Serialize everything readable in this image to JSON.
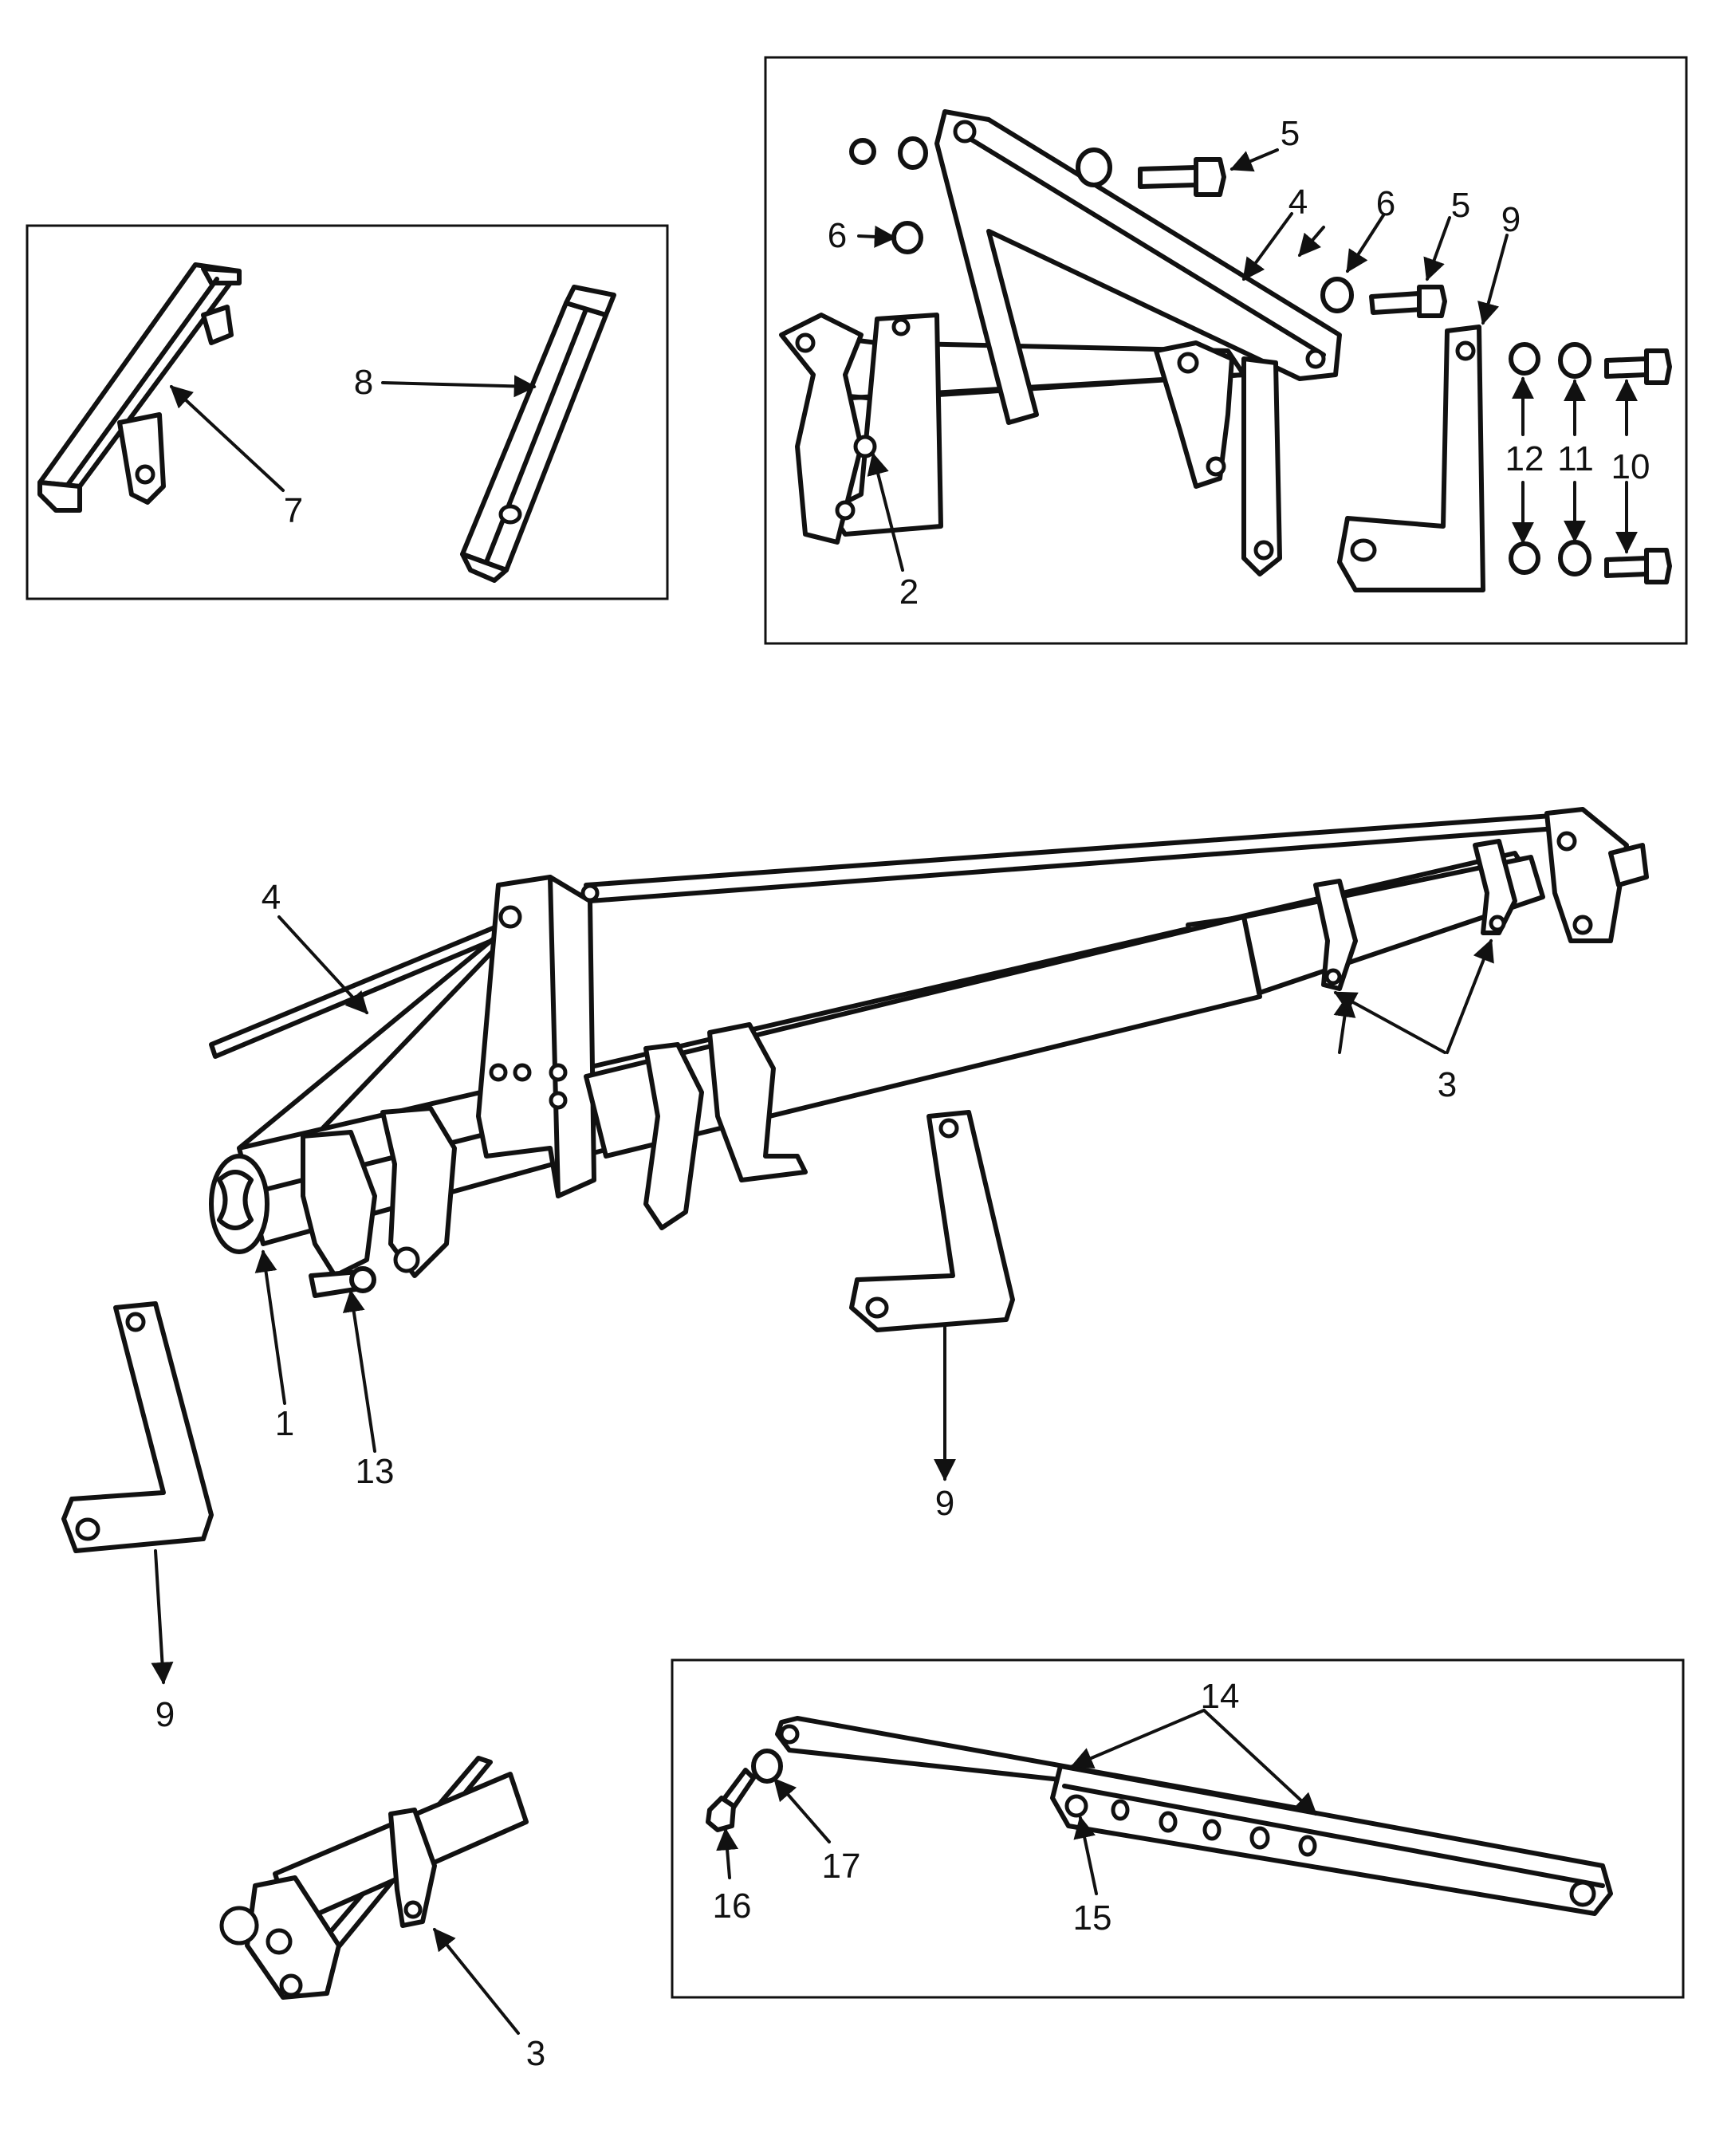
{
  "callouts": {
    "c1": "1",
    "c2": "2",
    "c3a": "3",
    "c3b": "3",
    "c4a": "4",
    "c4b": "4",
    "c5a": "5",
    "c5b": "5",
    "c6a": "6",
    "c6b": "6",
    "c7": "7",
    "c8": "8",
    "c9a": "9",
    "c9b": "9",
    "c9c": "9",
    "c10": "10",
    "c11": "11",
    "c12": "12",
    "c13": "13",
    "c14": "14",
    "c15": "15",
    "c16": "16",
    "c17": "17"
  }
}
